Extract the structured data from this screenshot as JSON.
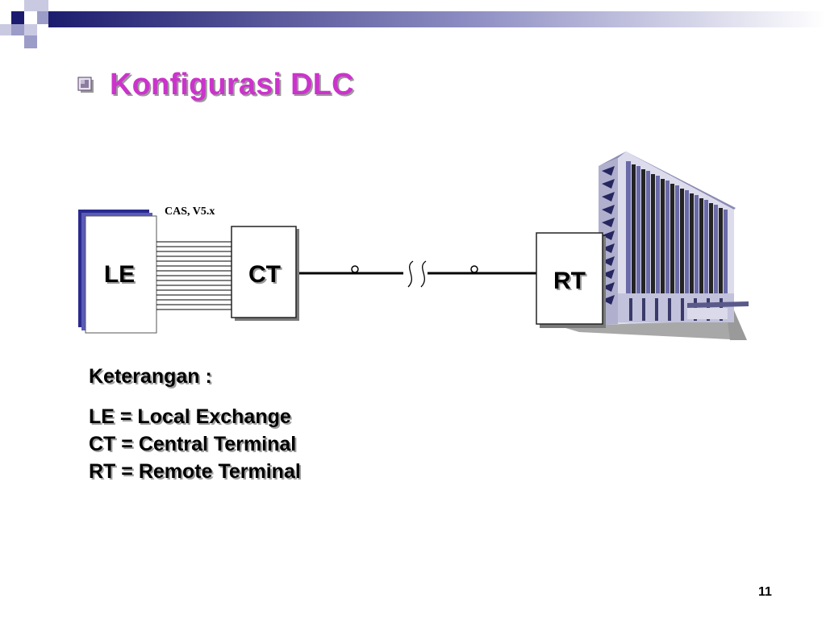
{
  "slide": {
    "title": "Konfigurasi DLC",
    "page_number": "11",
    "title_color": "#cc33cc",
    "accent_color": "#1c1c6e"
  },
  "diagram": {
    "nodes": {
      "le": "LE",
      "ct": "CT",
      "rt": "RT"
    },
    "link_label": "CAS, V5.x",
    "icons": [
      "title-bullet-icon",
      "office-building-icon",
      "line-break-icon"
    ]
  },
  "legend": {
    "heading": "Keterangan :",
    "items": [
      "LE = Local Exchange",
      "CT = Central Terminal",
      "RT = Remote Terminal"
    ]
  }
}
